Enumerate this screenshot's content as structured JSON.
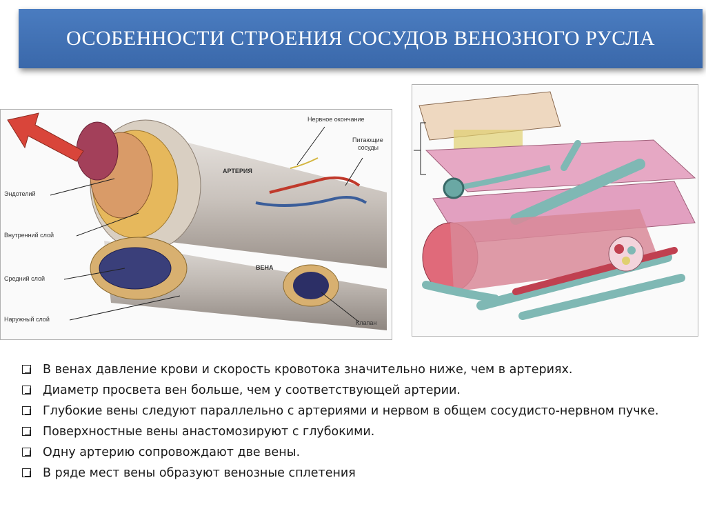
{
  "slide": {
    "title": "ОСОБЕННОСТИ СТРОЕНИЯ СОСУДОВ ВЕНОЗНОГО РУСЛА"
  },
  "figure_left": {
    "labels": {
      "nerve_ending": "Нервное окончание",
      "feeding_vessels_1": "Питающие",
      "feeding_vessels_2": "сосуды",
      "artery": "АРТЕРИЯ",
      "vein": "ВЕНА",
      "endothelium": "Эндотелий",
      "inner_layer": "Внутренний слой",
      "middle_layer": "Средний слой",
      "outer_layer": "Наружный слой",
      "valve": "Клапан"
    }
  },
  "bullets": [
    "В венах давление крови и скорость кровотока значительно ниже, чем в артериях.",
    "Диаметр просвета вен больше, чем у соответствующей артерии.",
    "Глубокие вены следуют параллельно с артериями и нервом в общем сосудисто-нервном пучке.",
    "Поверхностные вены анастомозируют с глубокими.",
    "Одну артерию сопровождают две вены.",
    "В ряде мест вены образуют венозные сплетения"
  ],
  "colors": {
    "title_background": "#3f70b3",
    "title_text": "#ffffff",
    "artery_red": "#c0392b",
    "vein_teal": "#7fb3b0",
    "tissue_pink": "#e8b4c8"
  }
}
